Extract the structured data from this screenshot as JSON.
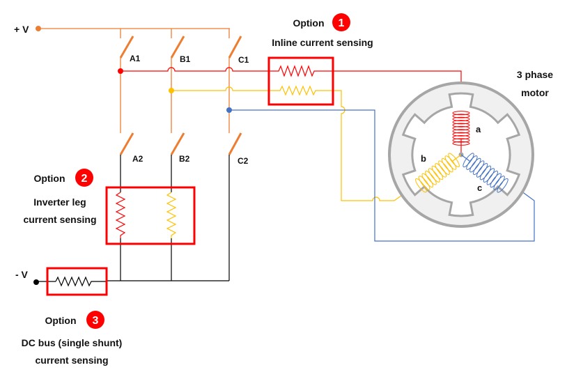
{
  "title": "3-phase inverter current sensing options",
  "colors": {
    "bus": "#ED7D31",
    "phase_a": "#FF0000",
    "phase_b": "#FFC000",
    "phase_c": "#4472C4",
    "ground": "#000000",
    "highlight": "#FF0000",
    "motor_body": "#F0F0F0",
    "motor_outline": "#A6A6A6"
  },
  "supply": {
    "positive_label": "+ V",
    "negative_label": "- V"
  },
  "switches": {
    "high_side": [
      "A1",
      "B1",
      "C1"
    ],
    "low_side": [
      "A2",
      "B2",
      "C2"
    ]
  },
  "motor": {
    "title_line1": "3 phase",
    "title_line2": "motor",
    "windings": [
      "a",
      "b",
      "c"
    ]
  },
  "options": [
    {
      "word": "Option",
      "number": "1",
      "line1": "Inline current sensing",
      "line2": ""
    },
    {
      "word": "Option",
      "number": "2",
      "line1": "Inverter leg",
      "line2": "current sensing"
    },
    {
      "word": "Option",
      "number": "3",
      "line1": "DC bus (single shunt)",
      "line2": "current sensing"
    }
  ]
}
